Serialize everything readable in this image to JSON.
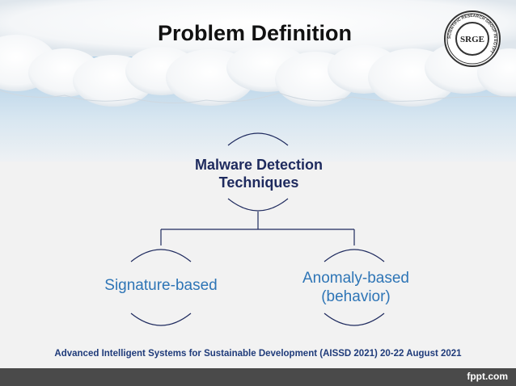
{
  "slide": {
    "title": "Problem Definition",
    "logo": {
      "text": "SRGE",
      "ring_text": "SCIENTIFIC RESEARCH GROUP IN EGYPT"
    },
    "diagram": {
      "root": {
        "line1": "Malware Detection",
        "line2": "Techniques"
      },
      "children": [
        {
          "label": "Signature-based"
        },
        {
          "line1": "Anomaly-based",
          "line2": "(behavior)"
        }
      ]
    },
    "footer": "Advanced Intelligent Systems for Sustainable Development (AISSD 2021) 20-22 August 2021",
    "brand": "fppt.com"
  },
  "colors": {
    "title": "#111111",
    "root_text": "#1e2a5e",
    "child_text": "#2e75b6",
    "connector": "#1e2a5e",
    "footer_text": "#1f3b7a",
    "bottom_bar": "#4a4a4a"
  },
  "icons": [
    "cloud-decoration",
    "srge-seal-logo"
  ]
}
